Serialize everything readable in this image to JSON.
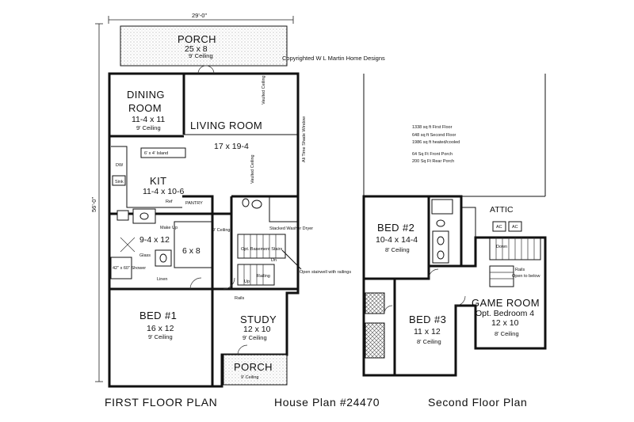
{
  "copyright": "Copyrighted W L Martin Home Designs",
  "dimensions": {
    "width": "29'-0\"",
    "depth": "56'-0\""
  },
  "footer": {
    "first_floor": "FIRST FLOOR PLAN",
    "plan_number": "House Plan #24470",
    "second_floor": "Second Floor Plan"
  },
  "first_floor": {
    "porch_front": {
      "name": "PORCH",
      "size": "25 x 8",
      "ceiling": "9' Ceiling"
    },
    "dining": {
      "name_line1": "DINING",
      "name_line2": "ROOM",
      "size": "11-4 x 11",
      "ceiling": "9' Ceiling"
    },
    "living": {
      "name": "LIVING ROOM",
      "size": "17 x 19-4",
      "vaulted": "Vaulted Ceiling"
    },
    "kitchen": {
      "name": "KIT",
      "size": "11-4 x 10-6",
      "island": "6' x 4' Island",
      "dw": "DW",
      "sink": "Sink",
      "ref": "Ref",
      "pantry": "PANTRY"
    },
    "master_bath": {
      "size": "9-4 x 12",
      "shower": "42\" x 60\" Shower",
      "glass": "Glass",
      "linen": "Linen",
      "make_up": "Make Up"
    },
    "closet": {
      "size": "6 x 8",
      "ceiling": "9' Ceiling"
    },
    "laundry": {
      "washer": "Stacked Washer Dryer"
    },
    "stairs": {
      "note": "Open stairwell with railings",
      "down": "Dn",
      "up": "Up",
      "opt_closet": "Opt. Basement Stairs",
      "rails": "Rails",
      "railing": "Railing"
    },
    "all_time": "Ali Time Shade Window",
    "bed1": {
      "name": "BED #1",
      "size": "16 x 12",
      "ceiling": "9' Ceiling"
    },
    "study": {
      "name": "STUDY",
      "size": "12 x 10",
      "ceiling": "9' Ceiling"
    },
    "porch_rear": {
      "name": "PORCH",
      "ceiling": "9' Ceiling"
    }
  },
  "second_floor": {
    "stats": [
      "1338 sq ft First Floor",
      "648 sq ft Second Floor",
      "1986 sq ft heated/cooled",
      "",
      "64 Sq Ft Front Porch",
      "200 Sq Ft Rear Porch"
    ],
    "bed2": {
      "name": "BED #2",
      "size": "10-4 x 14-4",
      "ceiling": "8' Ceiling"
    },
    "attic": {
      "name": "ATTIC",
      "ac1": "AC",
      "ac2": "AC"
    },
    "bed3": {
      "name": "BED #3",
      "size": "11 x 12",
      "ceiling": "8' Ceiling"
    },
    "game": {
      "name": "GAME ROOM",
      "opt": "Opt. Bedroom 4",
      "size": "12 x 10",
      "ceiling": "8' Ceiling"
    },
    "stairs": {
      "down": "Down",
      "rails": "Rails",
      "open_below": "Open to below"
    }
  }
}
